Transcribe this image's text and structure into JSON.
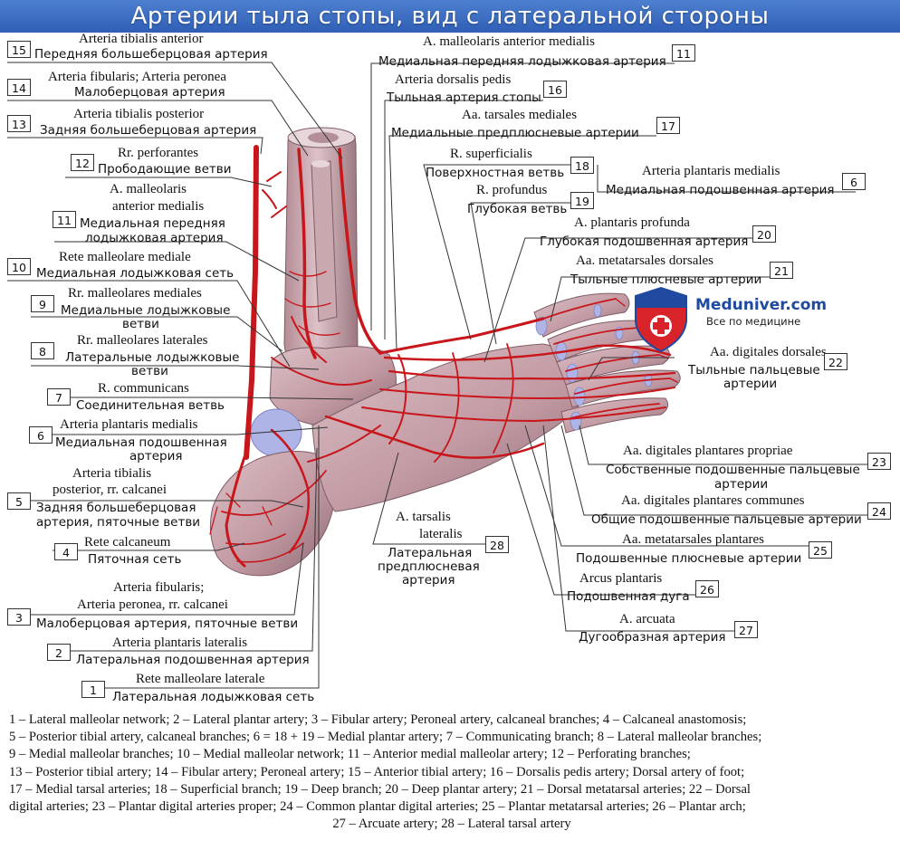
{
  "title": "Артерии тыла стопы, вид с латеральной стороны",
  "logo": {
    "brand": "Meduniver.com",
    "tagline": "Все по медицине"
  },
  "labels": [
    {
      "n": "15",
      "lat": "Arteria tibialis anterior",
      "ru": "Передняя большеберцовая артерия"
    },
    {
      "n": "14",
      "lat": "Arteria fibularis; Arteria peronea",
      "ru": "Малоберцовая артерия"
    },
    {
      "n": "13",
      "lat": "Arteria tibialis posterior",
      "ru": "Задняя большеберцовая артерия"
    },
    {
      "n": "12",
      "lat": "Rr. perforantes",
      "ru": "Прободающие ветви"
    },
    {
      "n": "11",
      "lat1": "A. malleolaris",
      "lat2": "anterior medialis",
      "ru1": "Медиальная передняя",
      "ru2": "лодыжковая артерия"
    },
    {
      "n": "10",
      "lat": "Rete malleolare mediale",
      "ru": "Медиальная лодыжковая сеть"
    },
    {
      "n": "9",
      "lat": "Rr. malleolares mediales",
      "ru1": "Медиальные лодыжковые",
      "ru2": "ветви"
    },
    {
      "n": "8",
      "lat": "Rr. malleolares laterales",
      "ru1": "Латеральные лодыжковые",
      "ru2": "ветви"
    },
    {
      "n": "7",
      "lat": "R. communicans",
      "ru": "Соединительная ветвь"
    },
    {
      "n": "6",
      "lat": "Arteria plantaris medialis",
      "ru1": "Медиальная подошвенная",
      "ru2": "артерия"
    },
    {
      "n": "5",
      "lat1": "Arteria tibialis",
      "lat2": "posterior, rr. calcanei",
      "ru1": "Задняя большеберцовая",
      "ru2": "артерия, пяточные ветви"
    },
    {
      "n": "4",
      "lat": "Rete calcaneum",
      "ru": "Пяточная сеть"
    },
    {
      "n": "3",
      "lat1": "Arteria fibularis;",
      "lat2": "Arteria peronea, rr. calcanei",
      "ru": "Малоберцовая артерия, пяточные ветви"
    },
    {
      "n": "2",
      "lat": "Arteria plantaris lateralis",
      "ru": "Латеральная подошвенная артерия"
    },
    {
      "n": "1",
      "lat": "Rete malleolare laterale",
      "ru": "Латеральная лодыжковая сеть"
    },
    {
      "n": "11",
      "lat": "A. malleolaris anterior medialis",
      "ru": "Медиальная передняя лодыжковая артерия"
    },
    {
      "n": "16",
      "lat": "Arteria dorsalis pedis",
      "ru": "Тыльная артерия стопы"
    },
    {
      "n": "17",
      "lat": "Aa. tarsales mediales",
      "ru": "Медиальные предплюсневые артерии"
    },
    {
      "n": "18",
      "lat": "R. superficialis",
      "ru": "Поверхностная ветвь"
    },
    {
      "n": "6",
      "lat": "Arteria plantaris medialis",
      "ru": "Медиальная подошвенная артерия"
    },
    {
      "n": "19",
      "lat": "R. profundus",
      "ru": "Глубокая ветвь"
    },
    {
      "n": "20",
      "lat": "A. plantaris profunda",
      "ru": "Глубокая подошвенная артерия"
    },
    {
      "n": "21",
      "lat": "Aa. metatarsales dorsales",
      "ru": "Тыльные плюсневые артерии"
    },
    {
      "n": "22",
      "lat": "Aa. digitales dorsales",
      "ru1": "Тыльные пальцевые",
      "ru2": "артерии"
    },
    {
      "n": "23",
      "lat": "Aa. digitales plantares propriae",
      "ru1": "Собственные подошвенные пальцевые",
      "ru2": "артерии"
    },
    {
      "n": "24",
      "lat": "Aa. digitales plantares communes",
      "ru": "Общие подошвенные пальцевые артерии"
    },
    {
      "n": "25",
      "lat": "Aa. metatarsales plantares",
      "ru": "Подошвенные плюсневые артерии"
    },
    {
      "n": "28",
      "lat1": "A. tarsalis",
      "lat2": "lateralis",
      "ru1": "Латеральная",
      "ru2": "предплюсневая",
      "ru3": "артерия"
    },
    {
      "n": "26",
      "lat": "Arcus plantaris",
      "ru": "Подошвенная дуга"
    },
    {
      "n": "27",
      "lat": "A. arcuata",
      "ru": "Дугообразная артерия"
    }
  ],
  "legend": [
    "1 – Lateral malleolar network; 2 – Lateral plantar artery; 3 – Fibular artery; Peroneal artery, calcaneal branches; 4 – Calcaneal anastomosis;",
    "5 – Posterior tibial artery, calcaneal branches; 6 = 18 + 19 – Medial plantar artery; 7 – Communicating branch; 8 – Lateral malleolar branches;",
    "9 – Medial malleolar branches; 10 – Medial malleolar network; 11 – Anterior medial malleolar artery; 12 – Perforating branches;",
    "13 – Posterior tibial artery; 14 – Fibular artery; Peroneal artery; 15 – Anterior tibial artery; 16 – Dorsalis pedis artery; Dorsal artery of foot;",
    "17 – Medial tarsal arteries; 18 – Superficial branch; 19 – Deep branch; 20 – Deep plantar artery; 21 – Dorsal metatarsal arteries; 22 – Dorsal",
    "digital arteries; 23 – Plantar digital arteries proper; 24 – Common plantar digital arteries; 25 – Plantar metatarsal arteries; 26 – Plantar arch;",
    "27 – Arcuate artery; 28 – Lateral tarsal artery"
  ],
  "colors": {
    "title_bar": "#3c6fc4",
    "artery": "#c8161b",
    "bone": "#c9a6ad",
    "bone_shadow": "#8d6b73",
    "cartilage": "#aeb4e6",
    "logo_red": "#d8232a",
    "logo_blue": "#1f4aa0"
  }
}
